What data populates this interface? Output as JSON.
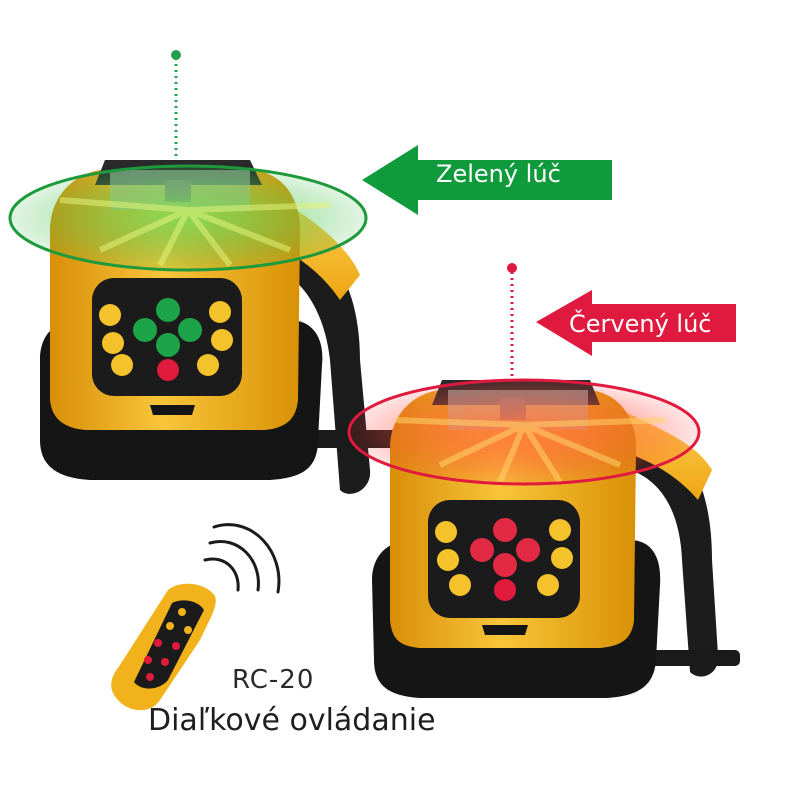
{
  "labels": {
    "green_beam": "Zelený lúč",
    "red_beam": "Červený lúč",
    "model": "RC-20",
    "caption": "Diaľkové ovládanie"
  },
  "colors": {
    "green": "#0f9a3c",
    "red": "#e0193f",
    "body_yellow": "#f4b21a",
    "rubber_black": "#161616"
  },
  "icons": {
    "arrow": "left-arrow-icon",
    "signal": "wireless-signal-icon",
    "power": "power-icon"
  }
}
